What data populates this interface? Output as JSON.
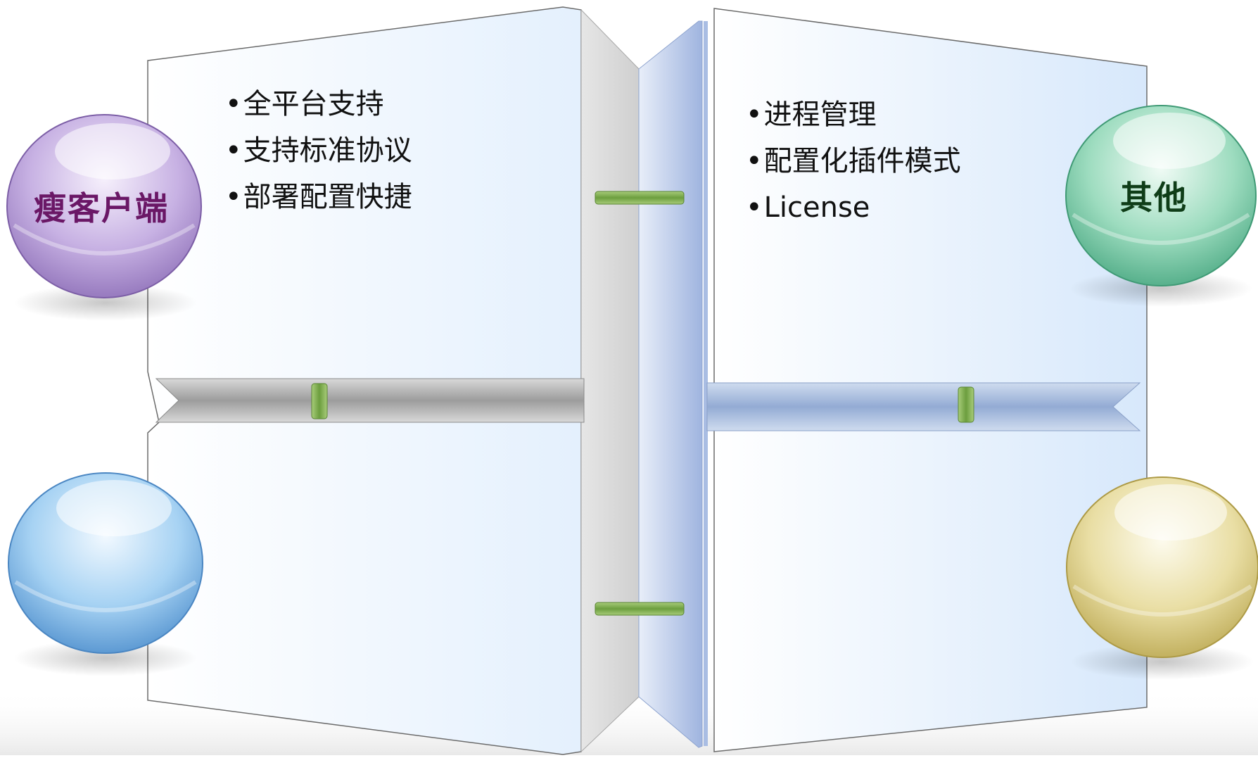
{
  "panels": {
    "left": {
      "bullets": [
        "全平台支持",
        "支持标准协议",
        "部署配置快捷"
      ]
    },
    "right": {
      "bullets": [
        "进程管理",
        "配置化插件模式",
        "License"
      ]
    }
  },
  "orbs": [
    {
      "id": "top-left",
      "label": "瘦客户端",
      "color": "#a98bd0",
      "label_color": "#6a1766"
    },
    {
      "id": "top-right",
      "label": "其他",
      "color": "#66c79f",
      "label_color": "#0f3d18"
    },
    {
      "id": "bottom-left",
      "label": "",
      "color": "#6fb0e8"
    },
    {
      "id": "bottom-right",
      "label": "",
      "color": "#d9cb7a"
    }
  ],
  "colors": {
    "page_left": "#f4f9ff",
    "page_right": "#dbeafa",
    "spine_gray": "#d8d8d8",
    "spine_blue": "#b7c7e7",
    "connector_green": "#7aa84a"
  }
}
